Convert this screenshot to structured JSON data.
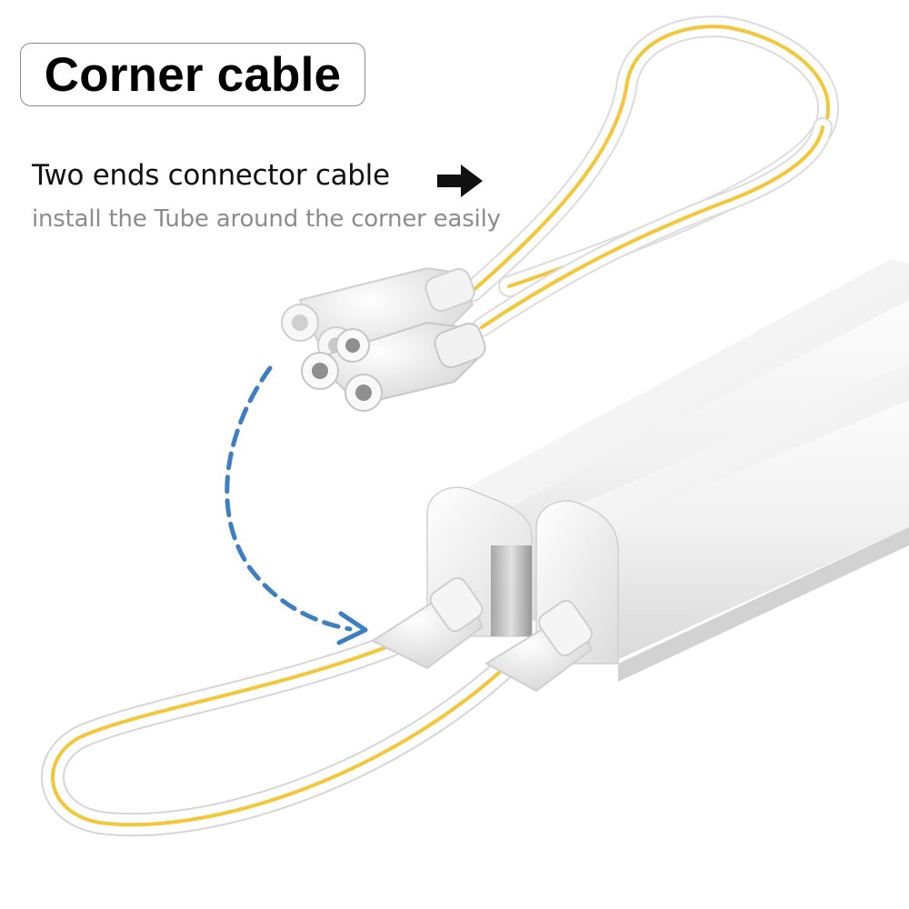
{
  "title": "Corner cable",
  "subtitle": "Two ends connector cable",
  "caption": "install the Tube around the corner easily",
  "icons": {
    "subtitle_arrow": "right-arrow-icon",
    "connection_arrow": "dashed-curved-arrow-icon"
  },
  "colors": {
    "title_border": "#8a8a8a",
    "caption_text": "#8c8c8c",
    "dashed_arrow": "#3d7fc0",
    "cable_stripe": "#f4c63a"
  }
}
